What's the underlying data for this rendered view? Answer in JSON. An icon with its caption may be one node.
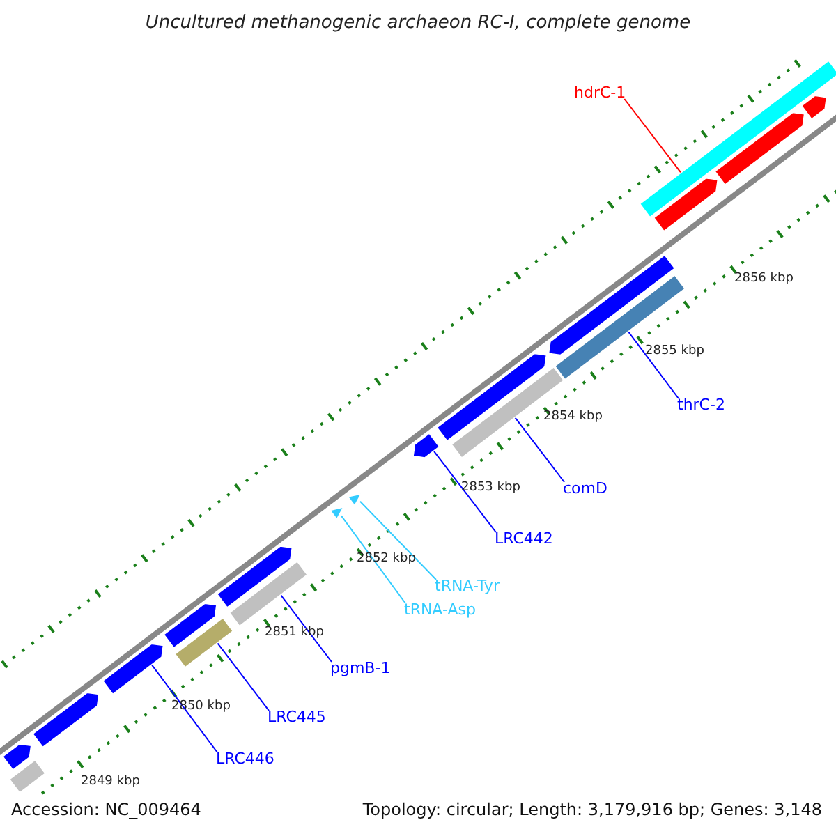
{
  "diagram": {
    "title": "Uncultured methanogenic archaeon RC-I, complete genome",
    "nodes": [
      {
        "text": [
          "hdrC-1"
        ]
      },
      {
        "text": [],
        "shape": "bar"
      },
      {
        "text": [],
        "shape": "bar"
      },
      {
        "text": [],
        "shape": "bar"
      },
      {
        "text": [],
        "shape": "bar"
      },
      {
        "text": [],
        "shape": "bar"
      },
      {
        "text": [],
        "shape": "bar"
      },
      {
        "text": [
          "thrC-2"
        ]
      },
      {
        "text": [],
        "shape": "bar"
      },
      {
        "text": [],
        "shape": "bar"
      },
      {
        "text": [
          "comD"
        ]
      },
      {
        "text": [],
        "shape": "bar"
      },
      {
        "text": [
          "LRC442"
        ]
      },
      {
        "text": [],
        "shape": "triangle"
      },
      {
        "text": [],
        "shape": "triangle"
      },
      {
        "text": [
          "tRNA-Tyr"
        ]
      },
      {
        "text": [
          "tRNA-Asp"
        ]
      },
      {
        "text": [],
        "shape": "bar"
      },
      {
        "text": [],
        "shape": "bar"
      },
      {
        "text": [
          "pgmB-1"
        ]
      },
      {
        "text": [],
        "shape": "bar"
      },
      {
        "text": [],
        "shape": "bar"
      },
      {
        "text": [
          "LRC445"
        ]
      },
      {
        "text": [],
        "shape": "bar"
      },
      {
        "text": [
          "LRC446"
        ]
      },
      {
        "text": [],
        "shape": "bar"
      },
      {
        "text": [],
        "shape": "bar"
      },
      {
        "text": [],
        "shape": "bar"
      }
    ],
    "edges": [
      {
        "from": 0,
        "to": 1,
        "arrow": "none",
        "color": "#ff0000"
      },
      {
        "from": 7,
        "to": 6,
        "arrow": "none"
      },
      {
        "from": 10,
        "to": 9,
        "arrow": "none"
      },
      {
        "from": 12,
        "to": 11,
        "arrow": "none"
      },
      {
        "from": 15,
        "to": 13,
        "arrow": "none",
        "color": "#33ccff"
      },
      {
        "from": 16,
        "to": 14,
        "arrow": "none",
        "color": "#33ccff"
      },
      {
        "from": 19,
        "to": 18,
        "arrow": "none"
      },
      {
        "from": 22,
        "to": 21,
        "arrow": "none"
      },
      {
        "from": 24,
        "to": 23,
        "arrow": "none"
      }
    ],
    "labels": [
      "2856 kbp",
      "2855 kbp",
      "2854 kbp",
      "2853 kbp",
      "2852 kbp",
      "2851 kbp",
      "2850 kbp",
      "2849 kbp",
      "Accession: NC_009464",
      "Topology: circular; Length: 3,179,916 bp; Genes: 3,148"
    ]
  }
}
